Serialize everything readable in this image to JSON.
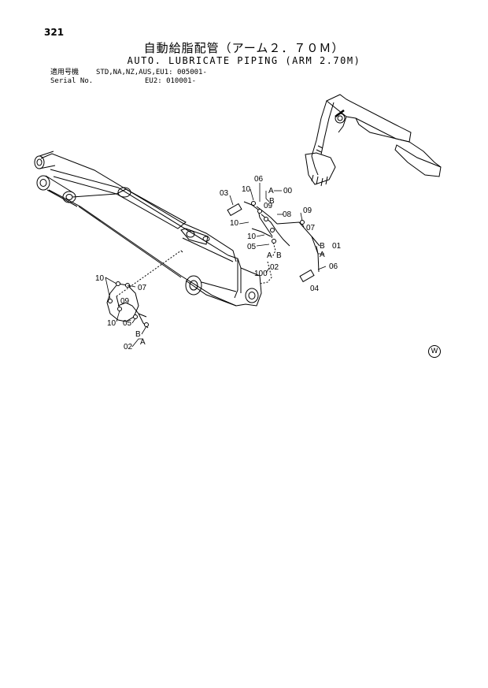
{
  "header": {
    "page_number": "321",
    "title_jp": "自動給脂配管（アーム２．７０Ｍ）",
    "title_en": "AUTO. LUBRICATE PIPING (ARM 2.70M)"
  },
  "applicability": {
    "label_jp": "適用号機",
    "models": "STD,NA,NZ,AUS,EU1: 005001-",
    "label_serial": "Serial No.",
    "serial2": "EU2: 010001-"
  },
  "callouts": {
    "c03": "03",
    "c10a": "10",
    "c06a": "06",
    "cA1": "A",
    "c00": "00",
    "cB1": "B",
    "c09a": "09",
    "c10b": "10",
    "c08": "08",
    "c09b": "09",
    "c07a": "07",
    "c10c": "10",
    "c05a": "05",
    "cA2": "A",
    "c02a": "02",
    "cB2": "B",
    "c01": "01",
    "cA3": "A",
    "c06b": "06",
    "c100": "100",
    "c04": "04",
    "c10d": "10",
    "c07b": "07",
    "c09c": "09",
    "c10e": "10",
    "c05b": "05",
    "cB3": "B",
    "c02b": "02",
    "cA4": "A"
  },
  "corner_mark": "W"
}
